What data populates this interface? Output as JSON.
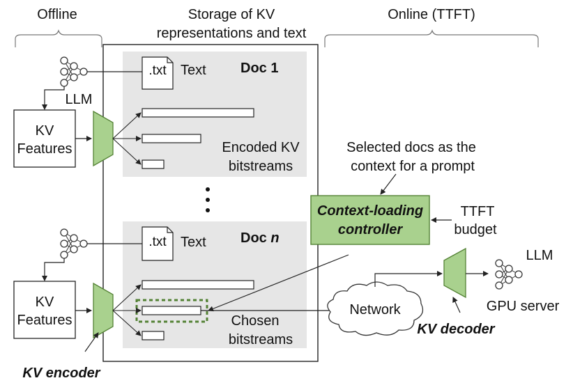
{
  "headers": {
    "offline": "Offline",
    "storage_line1": "Storage of KV",
    "storage_line2": "representations and text",
    "online": "Online (TTFT)"
  },
  "doc1": {
    "title": "Doc 1",
    "file_tag": ".txt",
    "text_label": "Text",
    "encoded_line1": "Encoded KV",
    "encoded_line2": "bitstreams"
  },
  "docn": {
    "title_prefix": "Doc ",
    "title_suffix": "n",
    "file_tag": ".txt",
    "text_label": "Text",
    "chosen_line1": "Chosen",
    "chosen_line2": "bitstreams"
  },
  "offline_side": {
    "llm_label": "LLM",
    "kv_features_top_line1": "KV",
    "kv_features_top_line2": "Features",
    "kv_features_bottom_line1": "KV",
    "kv_features_bottom_line2": "Features",
    "kv_encoder_label": "KV encoder"
  },
  "online_side": {
    "selected_line1": "Selected docs as the",
    "selected_line2": "context for a prompt",
    "controller_line1": "Context-loading",
    "controller_line2": "controller",
    "ttft_line1": "TTFT",
    "ttft_line2": "budget",
    "network_label": "Network",
    "kv_decoder_label": "KV decoder",
    "llm_label": "LLM",
    "gpu_label": "GPU server"
  },
  "colors": {
    "green_fill": "#a9d18e",
    "green_stroke": "#548235",
    "doc_bg": "#e6e6e6"
  }
}
